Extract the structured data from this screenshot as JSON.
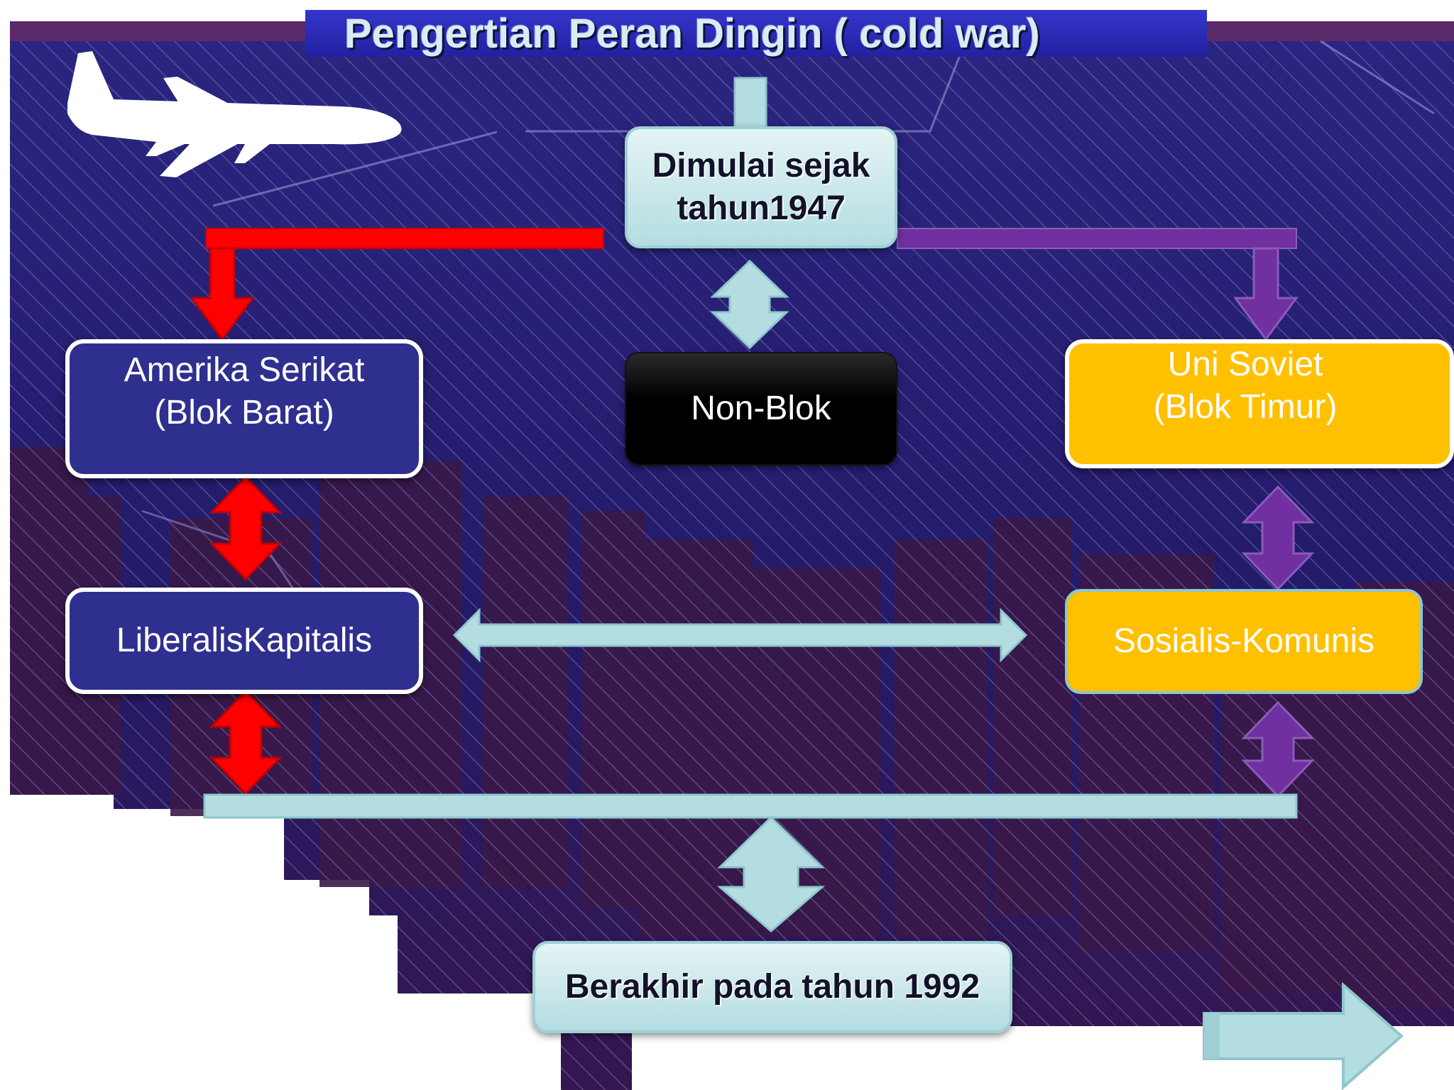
{
  "title": "Pengertian Peran Dingin ( cold war)",
  "nodes": {
    "start": [
      "Dimulai sejak",
      "tahun1947"
    ],
    "west": [
      "Amerika Serikat",
      "(Blok Barat)"
    ],
    "nonblok": "Non-Blok",
    "east": [
      "Uni Soviet",
      "(Blok Timur)"
    ],
    "west_ideology": "LiberalisKapitalis",
    "east_ideology": "Sosialis-Komunis",
    "end": "Berakhir pada tahun 1992"
  },
  "colors": {
    "background": "#2b1f7a",
    "west_arrows": "#ff0000",
    "east_arrows": "#7030a0",
    "neutral_arrows": "#b4dde1",
    "west_box": "#2f2f8f",
    "east_box": "#ffc000",
    "nonblok_box": "#000000"
  },
  "icons": [
    "airplane-icon",
    "next-arrow-icon"
  ]
}
